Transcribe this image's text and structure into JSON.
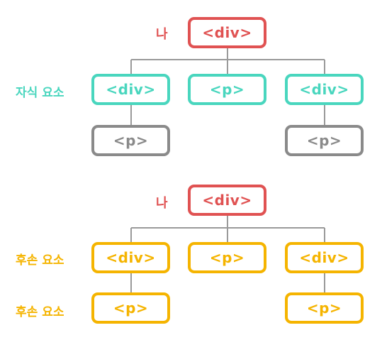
{
  "colors": {
    "self": "#e05252",
    "child": "#49d6be",
    "grandchild": "#8a8a8a",
    "descendant": "#f5b400",
    "line": "#9a9a9a"
  },
  "top_tree": {
    "self_label": "나",
    "child_label": "자식 요소",
    "root": "<div>",
    "children": [
      "<div>",
      "<p>",
      "<div>"
    ],
    "grandchildren": [
      "<p>",
      "<p>"
    ]
  },
  "bottom_tree": {
    "self_label": "나",
    "descendant_label_1": "후손 요소",
    "descendant_label_2": "후손 요소",
    "root": "<div>",
    "children": [
      "<div>",
      "<p>",
      "<div>"
    ],
    "grandchildren": [
      "<p>",
      "<p>"
    ]
  }
}
